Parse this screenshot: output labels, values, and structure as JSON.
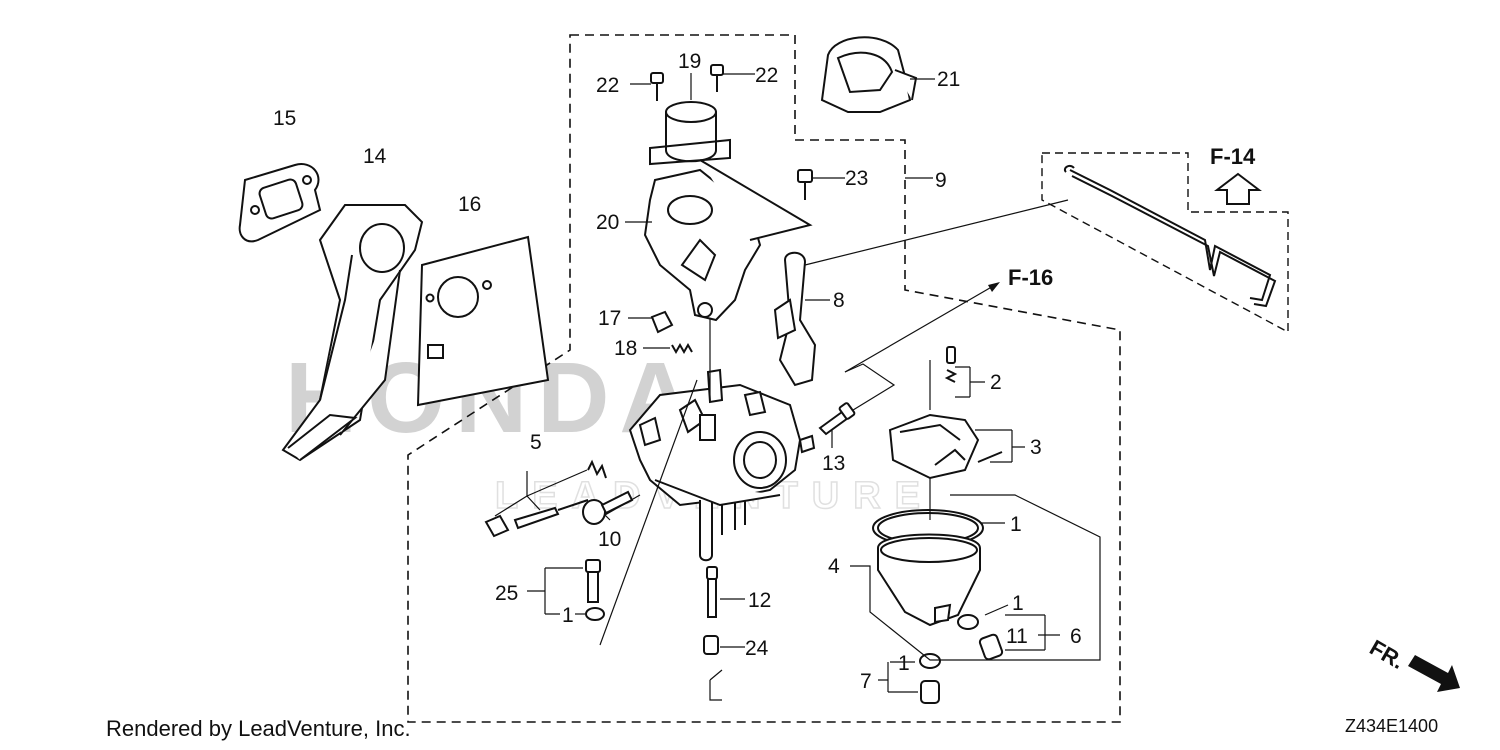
{
  "credit": "Rendered by LeadVenture, Inc.",
  "diagram_code": "Z434E1400",
  "watermark": {
    "brand": "HONDA",
    "vendor": "LEADVENTURE"
  },
  "refs": {
    "f14": "F-14",
    "f16": "F-16",
    "front": "FR."
  },
  "callouts": {
    "c1a": "1",
    "c1b": "1",
    "c1c": "1",
    "c1d": "1",
    "c2": "2",
    "c3": "3",
    "c4": "4",
    "c5": "5",
    "c6": "6",
    "c7": "7",
    "c8": "8",
    "c9": "9",
    "c10": "10",
    "c11": "11",
    "c12": "12",
    "c13": "13",
    "c14": "14",
    "c15": "15",
    "c16": "16",
    "c17": "17",
    "c18": "18",
    "c19": "19",
    "c20": "20",
    "c21": "21",
    "c22a": "22",
    "c22b": "22",
    "c23": "23",
    "c24": "24",
    "c25": "25"
  }
}
